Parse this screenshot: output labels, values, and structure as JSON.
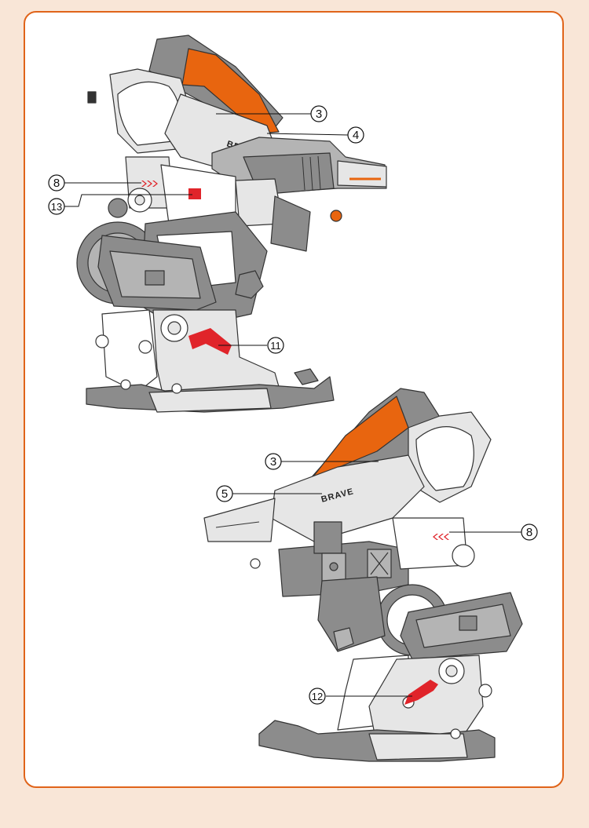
{
  "diagram": {
    "brand_text": "BRAVE",
    "colors": {
      "frame": "#e0641a",
      "background": "#f9e6d7",
      "dark_gray": "#8c8c8c",
      "mid_gray": "#b4b4b4",
      "light_gray": "#e6e6e6",
      "orange": "#e8650f",
      "red": "#e0242a"
    },
    "robot_top": {
      "callouts": [
        {
          "number": "3"
        },
        {
          "number": "4"
        },
        {
          "number": "8"
        },
        {
          "number": "13"
        },
        {
          "number": "11"
        }
      ]
    },
    "robot_bottom": {
      "callouts": [
        {
          "number": "3"
        },
        {
          "number": "5"
        },
        {
          "number": "8"
        },
        {
          "number": "12"
        }
      ]
    }
  }
}
